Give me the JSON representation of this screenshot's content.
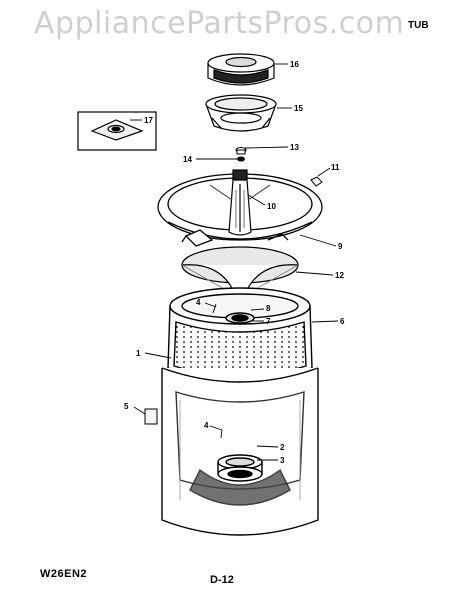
{
  "watermark": "AppliancePartsPros.com",
  "section_label": "TUB",
  "model_number": "W26EN2",
  "page_number": "D-12",
  "callouts": [
    "1",
    "2",
    "3",
    "4",
    "4",
    "5",
    "6",
    "7",
    "8",
    "9",
    "10",
    "11",
    "12",
    "13",
    "14",
    "15",
    "16",
    "17"
  ]
}
